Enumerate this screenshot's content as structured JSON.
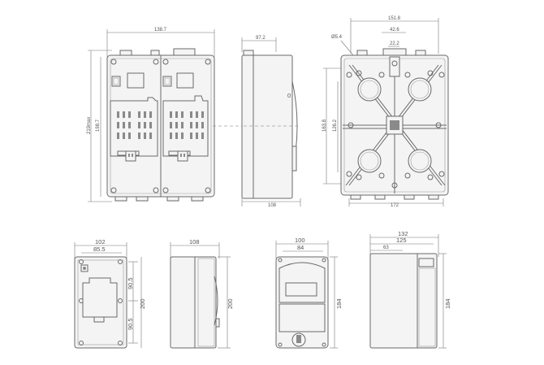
{
  "labels": {
    "front_width": "138.7",
    "front_height_outer": "219max",
    "front_height_inner": "198.7",
    "side_top": "97.2",
    "side_bottom": "108",
    "side_o": "0",
    "back_top": "151.8",
    "back_top2": "42.6",
    "back_top3": "22.2",
    "back_hole": "Ø5.4",
    "back_left1": "163.8",
    "back_left2": "126.2",
    "back_bottom": "172",
    "s1_top1": "102",
    "s1_top2": "85.5",
    "s1_right1": "90.5",
    "s1_right2": "90.5",
    "s1_height": "200",
    "s2_top": "108",
    "s2_height": "200",
    "s3_top1": "100",
    "s3_top2": "84",
    "s3_height": "184",
    "s4_top1": "132",
    "s4_top2": "125",
    "s4_top3": "63",
    "s4_height": "184"
  }
}
